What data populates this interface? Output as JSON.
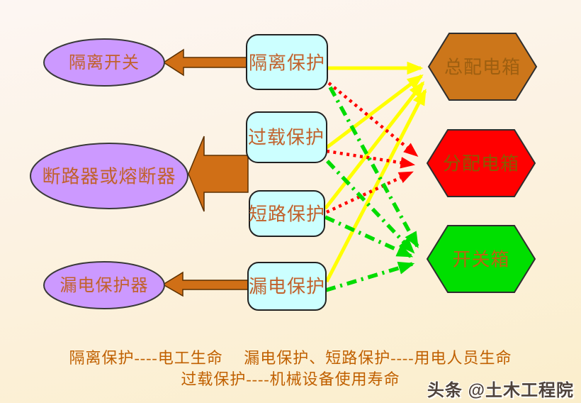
{
  "colors": {
    "background_top": "#FDF6F3",
    "background_bottom": "#FBEECB",
    "ellipse_fill": "#CC99FF",
    "box_fill": "#CCFFFF",
    "hex_main_fill": "#CC761A",
    "hex_dist_fill": "#FF0000",
    "hex_switch_fill": "#00DF00",
    "arrow_fill": "#D06F16",
    "shape_label_text": "#C1612C",
    "hex_main_text": "#9E5F10",
    "hex_dist_text": "#8B5A00",
    "hex_switch_text": "#BF6012",
    "caption_text": "#C06000",
    "line_yellow": "#FFFF00",
    "line_red": "#FF0000",
    "line_green": "#00DC00"
  },
  "left_nodes": [
    {
      "label": "隔离开关"
    },
    {
      "label": "断路器或熔断器"
    },
    {
      "label": "漏电保护器"
    }
  ],
  "middle_nodes": [
    {
      "label": "隔离保护"
    },
    {
      "label": "过载保护"
    },
    {
      "label": "短路保护"
    },
    {
      "label": "漏电保护"
    }
  ],
  "right_nodes": [
    {
      "label": "总配电箱"
    },
    {
      "label": "分配电箱"
    },
    {
      "label": "开关箱"
    }
  ],
  "captions": {
    "line1": "隔离保护----电工生命　 漏电保护、短路保护----用电人员生命",
    "line2": "过载保护----机械设备使用寿命"
  },
  "watermark": "头条 @土木工程院"
}
